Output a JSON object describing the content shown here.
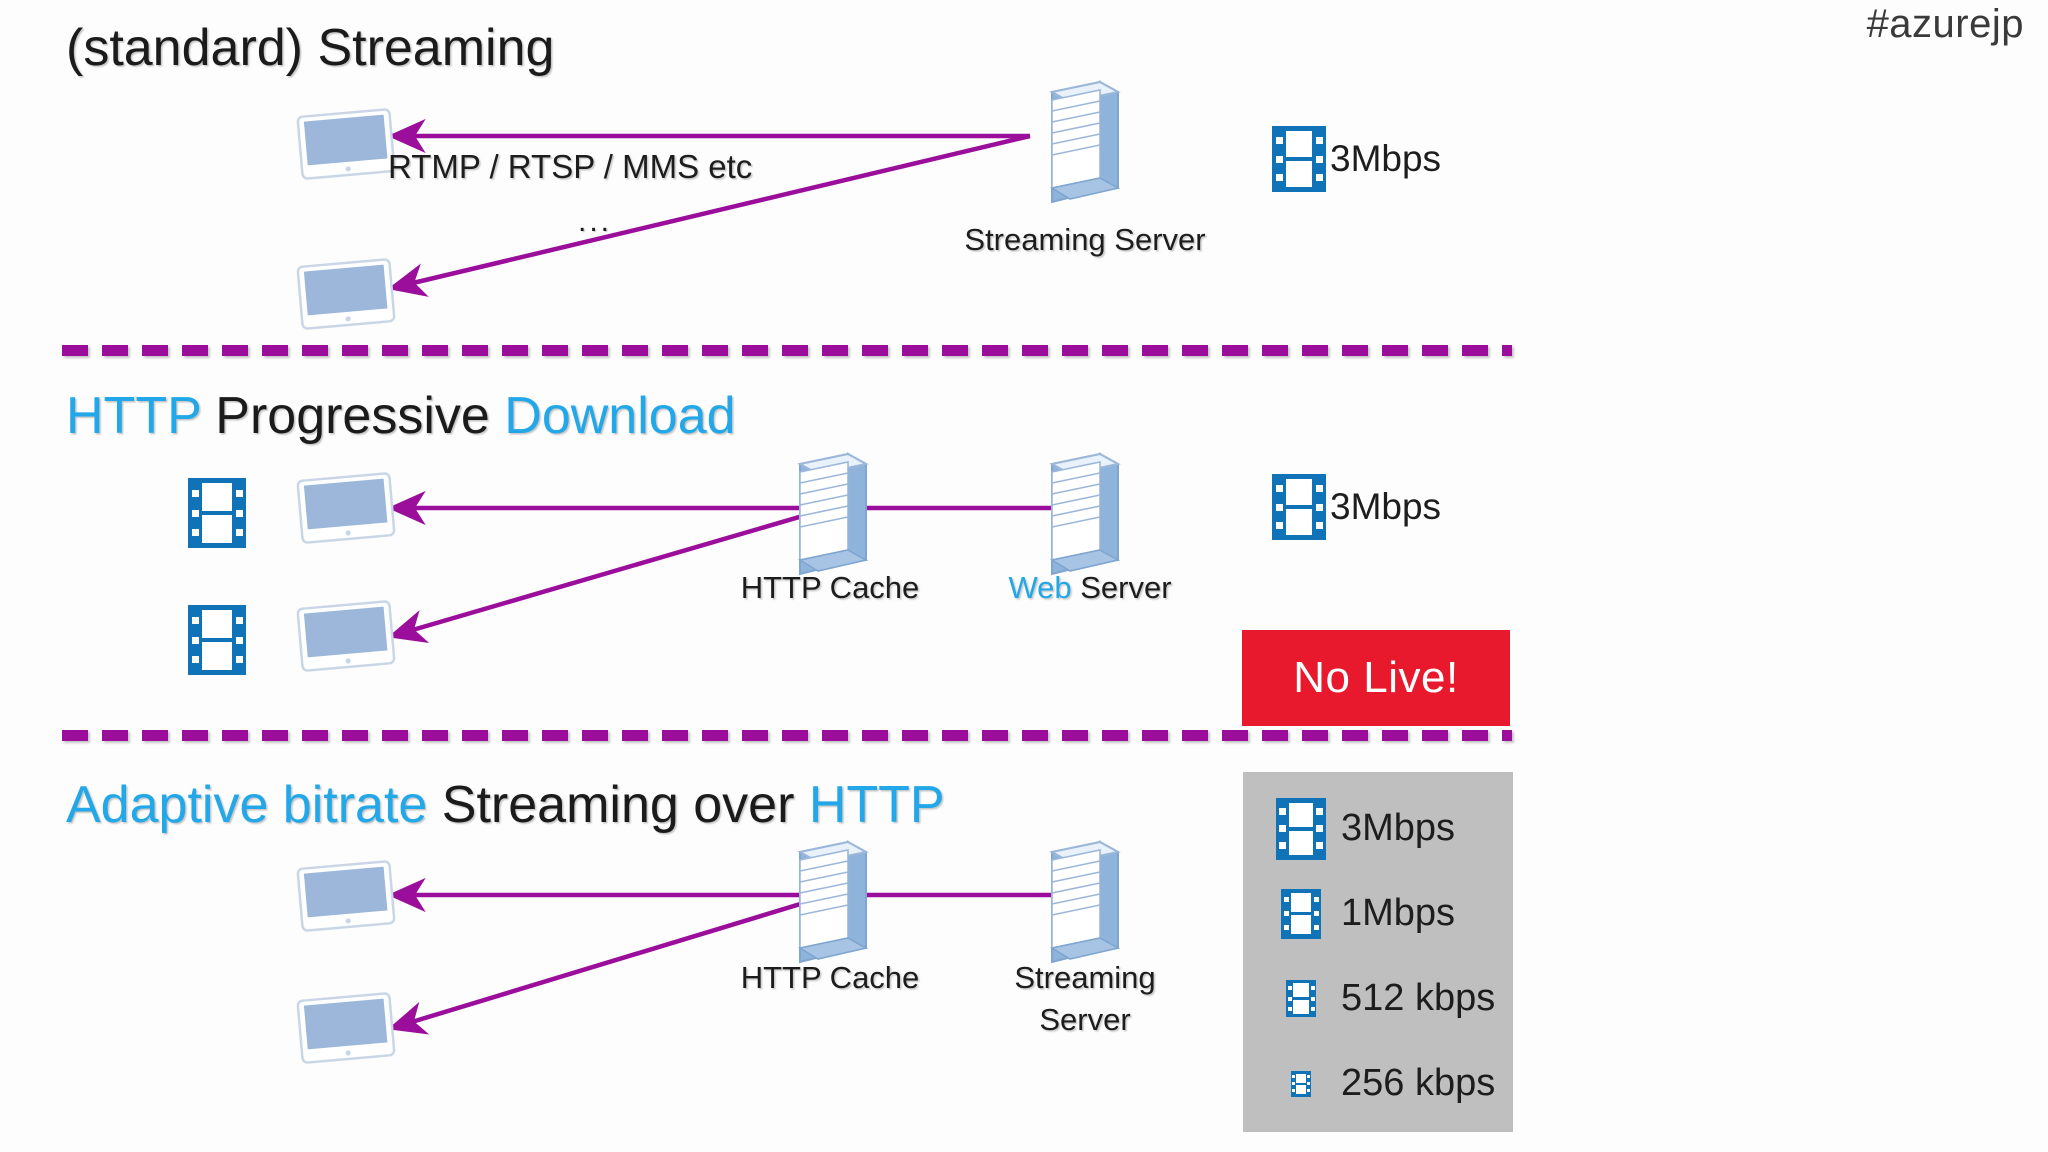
{
  "page": {
    "hashtag": "#azurejp",
    "background_color": "#fdfdfd",
    "accent_cyan": "#22A7E8",
    "accent_purple": "#9B0E9B",
    "accent_blue": "#1073B8",
    "alert_red": "#E8192C",
    "panel_gray": "#BFBFBF"
  },
  "sections": [
    {
      "id": "standard-streaming",
      "title_parts": [
        {
          "text": "(standard) Streaming",
          "color": "dark"
        }
      ],
      "title_plain": "(standard) Streaming",
      "protocol_label": "RTMP / RTSP / MMS etc",
      "ellipsis": "...",
      "server_label": "Streaming Server",
      "rate_label": "3Mbps"
    },
    {
      "id": "http-progressive-download",
      "title_parts": [
        {
          "text": "HTTP",
          "color": "cyan"
        },
        {
          "text": " Progressive ",
          "color": "dark"
        },
        {
          "text": "Download",
          "color": "cyan"
        }
      ],
      "title_plain": "HTTP Progressive Download",
      "cache_label": "HTTP Cache",
      "server_label_parts": [
        {
          "text": "Web",
          "color": "cyan"
        },
        {
          "text": " Server",
          "color": "dark"
        }
      ],
      "server_label_plain": "Web Server",
      "rate_label": "3Mbps",
      "badge": "No Live!"
    },
    {
      "id": "adaptive-bitrate-streaming",
      "title_parts": [
        {
          "text": "Adaptive bitrate",
          "color": "cyan"
        },
        {
          "text": " Streaming over ",
          "color": "dark"
        },
        {
          "text": "HTTP",
          "color": "cyan"
        }
      ],
      "title_plain": "Adaptive bitrate Streaming over HTTP",
      "cache_label": "HTTP Cache",
      "server_label": "Streaming\nServer",
      "server_label_line1": "Streaming",
      "server_label_line2": "Server",
      "bitrates": [
        {
          "label": "3Mbps",
          "icon": "film-icon",
          "size": 58
        },
        {
          "label": "1Mbps",
          "icon": "film-icon",
          "size": 46
        },
        {
          "label": "512 kbps",
          "icon": "film-icon",
          "size": 34
        },
        {
          "label": "256 kbps",
          "icon": "film-icon",
          "size": 24
        }
      ]
    }
  ],
  "icons": {
    "server": "server-rack-icon",
    "tablet": "tablet-device-icon",
    "film": "film-strip-icon"
  }
}
